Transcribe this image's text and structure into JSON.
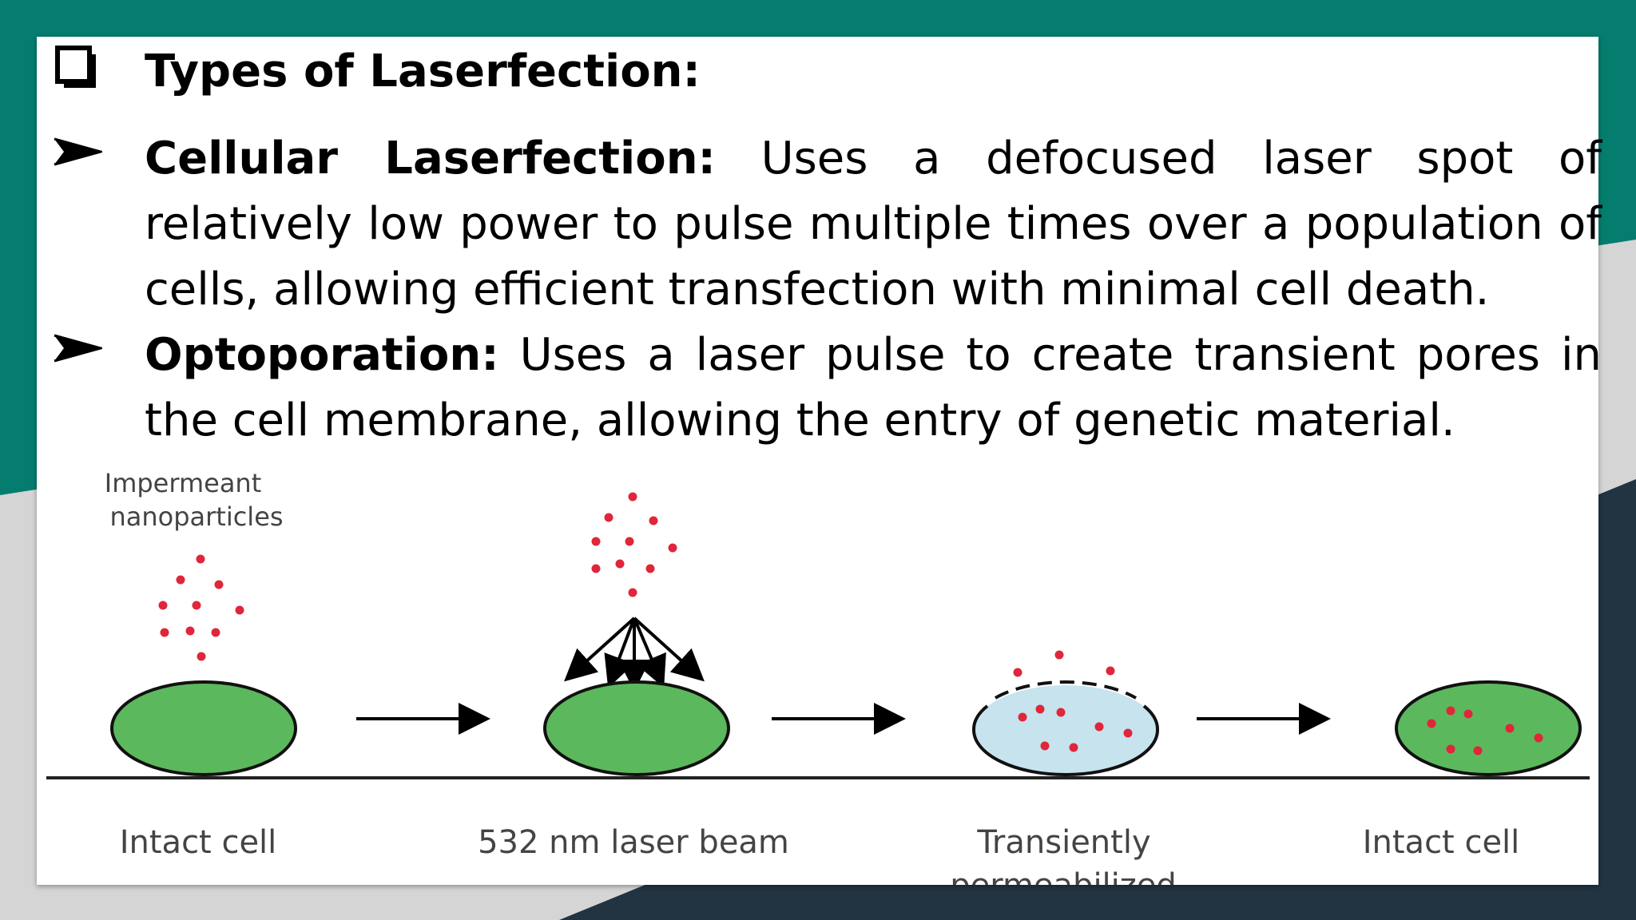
{
  "slide": {
    "heading": "Types of Laserfection:",
    "bullets": [
      {
        "term": "Cellular Laserfection:",
        "text": " Uses a defocused laser spot of relatively low power to pulse multiple times over a population of cells, allowing efficient transfection with minimal cell death."
      },
      {
        "term": "Optoporation:",
        "text": " Uses a laser pulse to create transient pores in the cell membrane, allowing the entry of genetic material."
      }
    ]
  },
  "diagram": {
    "nanoparticles_label_line1": "Impermeant",
    "nanoparticles_label_line2": "nanoparticles",
    "stages": [
      {
        "label": "Intact cell"
      },
      {
        "label": "532 nm laser beam"
      },
      {
        "label_line1": "Transiently",
        "label_line2": "permeabilized"
      },
      {
        "label": "Intact cell"
      }
    ],
    "colors": {
      "cell_fill": "#5cb85c",
      "permeabilized_fill": "#c6e3ee",
      "particle": "#e0263a",
      "teal": "#047d6f",
      "navy": "#223442"
    }
  }
}
